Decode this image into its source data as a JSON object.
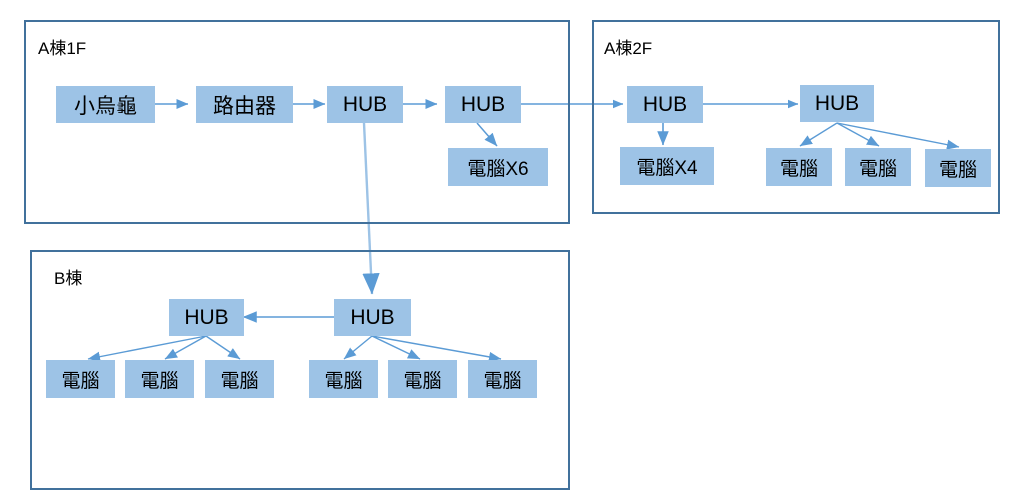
{
  "diagram": {
    "title_hidden": "",
    "colors": {
      "node_fill": "#9DC3E6",
      "panel_border": "#41719C",
      "connector": "#5B9BD5",
      "text": "#000000",
      "background": "#FFFFFF"
    },
    "panels": [
      {
        "id": "a1f",
        "label": "A棟1F"
      },
      {
        "id": "a2f",
        "label": "A棟2F"
      },
      {
        "id": "b",
        "label": "B棟"
      }
    ],
    "nodes": {
      "a1f_modem": {
        "label": "小烏龜"
      },
      "a1f_router": {
        "label": "路由器"
      },
      "a1f_hub1": {
        "label": "HUB"
      },
      "a1f_hub2": {
        "label": "HUB"
      },
      "a1f_pc_x6": {
        "label": "電腦X6"
      },
      "a2f_hub1": {
        "label": "HUB"
      },
      "a2f_hub2": {
        "label": "HUB"
      },
      "a2f_pc_x4": {
        "label": "電腦X4"
      },
      "a2f_pc_1": {
        "label": "電腦"
      },
      "a2f_pc_2": {
        "label": "電腦"
      },
      "a2f_pc_3": {
        "label": "電腦"
      },
      "b_hub_left": {
        "label": "HUB"
      },
      "b_hub_right": {
        "label": "HUB"
      },
      "b_pc_l1": {
        "label": "電腦"
      },
      "b_pc_l2": {
        "label": "電腦"
      },
      "b_pc_l3": {
        "label": "電腦"
      },
      "b_pc_r1": {
        "label": "電腦"
      },
      "b_pc_r2": {
        "label": "電腦"
      },
      "b_pc_r3": {
        "label": "電腦"
      }
    },
    "connections": [
      {
        "from": "a1f_modem",
        "to": "a1f_router"
      },
      {
        "from": "a1f_router",
        "to": "a1f_hub1"
      },
      {
        "from": "a1f_hub1",
        "to": "a1f_hub2"
      },
      {
        "from": "a1f_hub2",
        "to": "a2f_hub1"
      },
      {
        "from": "a1f_hub2",
        "to": "a1f_pc_x6"
      },
      {
        "from": "a1f_hub1",
        "to": "b_hub_right"
      },
      {
        "from": "a2f_hub1",
        "to": "a2f_hub2"
      },
      {
        "from": "a2f_hub1",
        "to": "a2f_pc_x4"
      },
      {
        "from": "a2f_hub2",
        "to": "a2f_pc_1"
      },
      {
        "from": "a2f_hub2",
        "to": "a2f_pc_2"
      },
      {
        "from": "a2f_hub2",
        "to": "a2f_pc_3"
      },
      {
        "from": "b_hub_right",
        "to": "b_hub_left"
      },
      {
        "from": "b_hub_left",
        "to": "b_pc_l1"
      },
      {
        "from": "b_hub_left",
        "to": "b_pc_l2"
      },
      {
        "from": "b_hub_left",
        "to": "b_pc_l3"
      },
      {
        "from": "b_hub_right",
        "to": "b_pc_r1"
      },
      {
        "from": "b_hub_right",
        "to": "b_pc_r2"
      },
      {
        "from": "b_hub_right",
        "to": "b_pc_r3"
      }
    ]
  }
}
